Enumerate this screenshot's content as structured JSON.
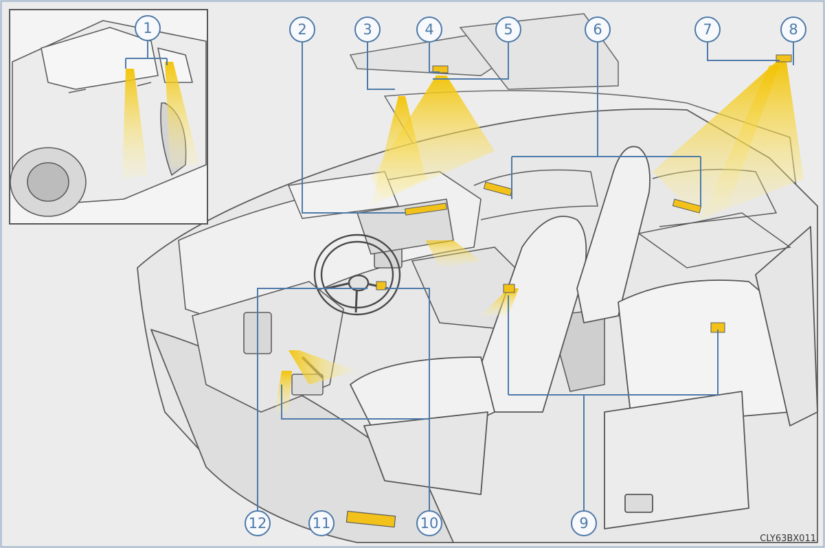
{
  "colors": {
    "frame": "#9fb4cb",
    "callout": "#4d79a8",
    "light": "#f5d23c",
    "lightStrong": "#e8b800",
    "interior": "#e9e9e9",
    "line": "#5b5b5b",
    "background": "#ececec"
  },
  "callouts": [
    {
      "id": "1",
      "label": "1"
    },
    {
      "id": "2",
      "label": "2"
    },
    {
      "id": "3",
      "label": "3"
    },
    {
      "id": "4",
      "label": "4"
    },
    {
      "id": "5",
      "label": "5"
    },
    {
      "id": "6",
      "label": "6"
    },
    {
      "id": "7",
      "label": "7"
    },
    {
      "id": "8",
      "label": "8"
    },
    {
      "id": "9",
      "label": "9"
    },
    {
      "id": "10",
      "label": "10"
    },
    {
      "id": "11",
      "label": "11"
    },
    {
      "id": "12",
      "label": "12"
    }
  ],
  "image_code": "CLY63BX011"
}
